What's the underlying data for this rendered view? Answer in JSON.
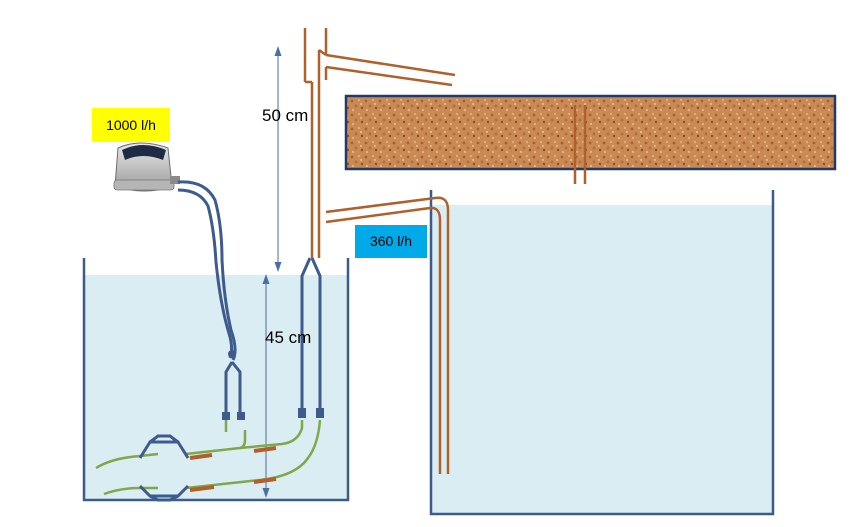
{
  "labels": {
    "pump_flow": "1000 l/h",
    "airlift_flow": "360 l/h",
    "height_above": "50 cm",
    "depth_below": "45 cm"
  },
  "colors": {
    "water": "#daedf3",
    "tank_wall": "#3c5a8a",
    "airline": "#3d5b8c",
    "lift_pipe": "#b0602a",
    "hose_green": "#7fa84a",
    "gravel": "#c98a55",
    "flow_yellow": "#ffff00",
    "flow_blue": "#00a9e8"
  }
}
